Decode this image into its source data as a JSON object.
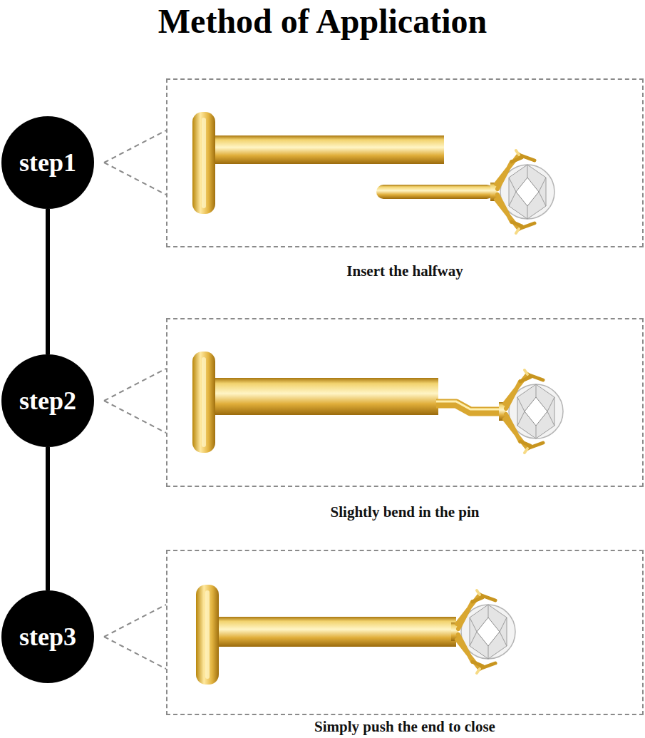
{
  "diagram": {
    "title": "Method of Application",
    "nodes": [
      {
        "text": [
          "step1"
        ]
      },
      {
        "text": [
          "Insert the halfway"
        ]
      },
      {
        "text": [
          "step2"
        ]
      },
      {
        "text": [
          "Slightly bend in the pin"
        ]
      },
      {
        "text": [
          "step3"
        ]
      },
      {
        "text": [
          "Simply push the end to close"
        ]
      }
    ],
    "edges": [
      {
        "from": 0,
        "to": 2,
        "arrow": "none"
      },
      {
        "from": 2,
        "to": 4,
        "arrow": "none"
      },
      {
        "from": 0,
        "to": 1,
        "arrow": "none"
      },
      {
        "from": 2,
        "to": 3,
        "arrow": "none"
      },
      {
        "from": 4,
        "to": 5,
        "arrow": "none"
      }
    ]
  }
}
